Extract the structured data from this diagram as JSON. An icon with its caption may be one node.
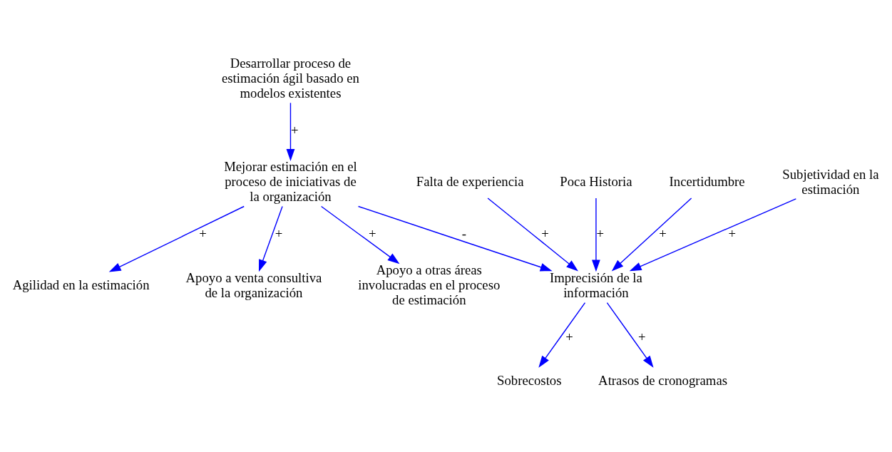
{
  "diagram": {
    "nodes": [
      {
        "text": [
          "Desarrollar proceso de estimación ágil basado en modelos existentes"
        ]
      },
      {
        "text": [
          "Agilidad en la estimación"
        ]
      },
      {
        "text": [
          "Apoyo a venta consultiva de la organización"
        ]
      },
      {
        "text": [
          "Mejorar estimación en el proceso de iniciativas de la organización"
        ]
      },
      {
        "text": [
          "Sobrecostos"
        ]
      },
      {
        "text": [
          "Apoyo a otras áreas involucradas en el proceso de estimación"
        ]
      },
      {
        "text": [
          "Atrasos de cronogramas"
        ]
      },
      {
        "text": [
          "Imprecisión de la información"
        ]
      },
      {
        "text": [
          "Falta de experiencia"
        ]
      },
      {
        "text": [
          "Poca Historia"
        ]
      },
      {
        "text": [
          "Incertidumbre"
        ]
      },
      {
        "text": [
          "Subjetividad en la estimación"
        ]
      }
    ],
    "edges": [
      {
        "from": 0,
        "to": 3,
        "arrow": "to",
        "label": "+"
      },
      {
        "from": 3,
        "to": 1,
        "arrow": "to",
        "label": "+"
      },
      {
        "from": 3,
        "to": 2,
        "arrow": "to",
        "label": "+"
      },
      {
        "from": 3,
        "to": 5,
        "arrow": "to",
        "label": "+"
      },
      {
        "from": 3,
        "to": 7,
        "arrow": "to",
        "label": "-"
      },
      {
        "from": 7,
        "to": 4,
        "arrow": "to",
        "label": "+"
      },
      {
        "from": 7,
        "to": 6,
        "arrow": "to",
        "label": "+"
      },
      {
        "from": 8,
        "to": 7,
        "arrow": "to",
        "label": "+"
      },
      {
        "from": 9,
        "to": 7,
        "arrow": "to",
        "label": "+"
      },
      {
        "from": 10,
        "to": 7,
        "arrow": "to",
        "label": "+"
      },
      {
        "from": 11,
        "to": 7,
        "arrow": "to",
        "label": "+"
      }
    ]
  }
}
